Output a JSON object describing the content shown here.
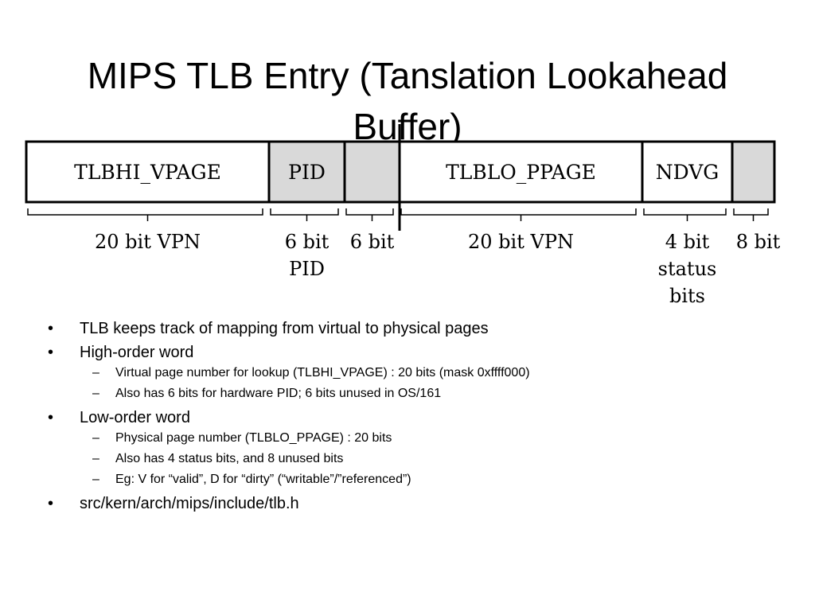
{
  "slide": {
    "title": "MIPS TLB Entry (Tanslation Lookahead Buffer)"
  },
  "diagram": {
    "fields": [
      {
        "label": "TLBHI_VPAGE",
        "shaded": false
      },
      {
        "label": "PID",
        "shaded": true
      },
      {
        "label": "",
        "shaded": true
      },
      {
        "label": "TLBLO_PPAGE",
        "shaded": false
      },
      {
        "label": "NDVG",
        "shaded": false
      },
      {
        "label": "",
        "shaded": true
      }
    ],
    "widths": [
      {
        "lines": [
          "20 bit VPN"
        ]
      },
      {
        "lines": [
          "6 bit",
          "PID"
        ]
      },
      {
        "lines": [
          "6 bit"
        ]
      },
      {
        "lines": [
          "20 bit VPN"
        ]
      },
      {
        "lines": [
          "4 bit",
          "status",
          "bits"
        ]
      },
      {
        "lines": [
          "8 bit"
        ]
      }
    ],
    "colors": {
      "border": "#000000",
      "shade": "#d9d9d9",
      "fill": "#ffffff"
    }
  },
  "bullets": [
    {
      "level": 1,
      "text": "TLB keeps track of mapping from virtual to physical pages"
    },
    {
      "level": 1,
      "text": "High-order word"
    },
    {
      "level": 2,
      "text": "Virtual page number for lookup (TLBHI_VPAGE) : 20 bits (mask 0xffff000)"
    },
    {
      "level": 2,
      "text": "Also has 6 bits for hardware PID; 6 bits unused in OS/161"
    },
    {
      "level": 1,
      "text": "Low-order word"
    },
    {
      "level": 2,
      "text": "Physical page number (TLBLO_PPAGE) : 20 bits"
    },
    {
      "level": 2,
      "text": "Also has 4 status bits, and 8 unused bits"
    },
    {
      "level": 2,
      "text": "Eg: V for “valid”, D for “dirty” (“writable”/”referenced”)"
    },
    {
      "level": 1,
      "text": "src/kern/arch/mips/include/tlb.h"
    }
  ]
}
